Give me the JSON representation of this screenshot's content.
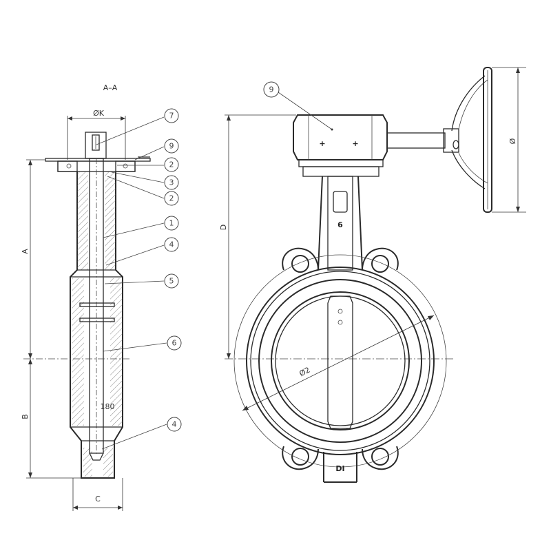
{
  "section_label": "A–A",
  "dimensions": {
    "phi_k": "ØK",
    "a": "A",
    "b": "B",
    "c": "C",
    "d": "D",
    "phi": "Ø",
    "phi_2": "Ø2"
  },
  "callouts": {
    "section": [
      "7",
      "9",
      "2",
      "3",
      "2",
      "1",
      "4",
      "5",
      "6",
      "4"
    ],
    "front": [
      "9"
    ]
  },
  "stem_marks": {
    "inner_180": "180",
    "stem_6": "6",
    "body_dn": "DI"
  }
}
